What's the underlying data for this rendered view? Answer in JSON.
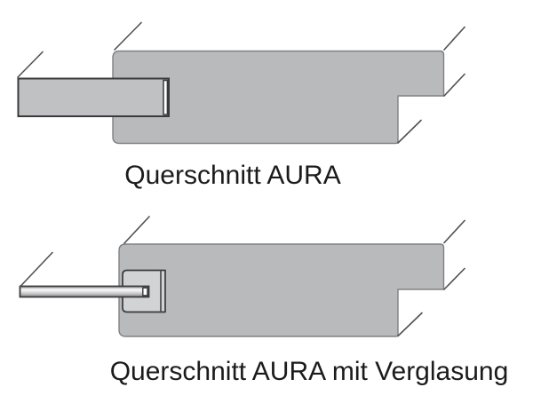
{
  "page": {
    "kind": "technical cross-section diagram sheet",
    "background": "#ffffff"
  },
  "diagrams": [
    {
      "id": "aura",
      "caption": "Querschnitt AURA",
      "parts": [
        "door-leaf",
        "frame-profile",
        "break-lines"
      ]
    },
    {
      "id": "aura-verglasung",
      "caption": "Querschnitt AURA mit Verglasung",
      "parts": [
        "glass-pane",
        "glazing-pocket",
        "frame-profile",
        "break-lines"
      ]
    }
  ],
  "colors": {
    "page-bg": "#ffffff",
    "frame-fill": "#b9babc",
    "frame-stroke": "#808184",
    "leaf-fill": "#c0c1c3",
    "pocket-fill": "#d2d3d5",
    "outline-dark": "#3a3a3c",
    "breakline": "#515153",
    "gap-fill": "#ffffff",
    "glass-top": "#98989a",
    "glass-hi": "#fbfbfb",
    "glass-mid": "#d8d8da",
    "glass-bot": "#8e8e90",
    "text-color": "#1b1b1b"
  }
}
